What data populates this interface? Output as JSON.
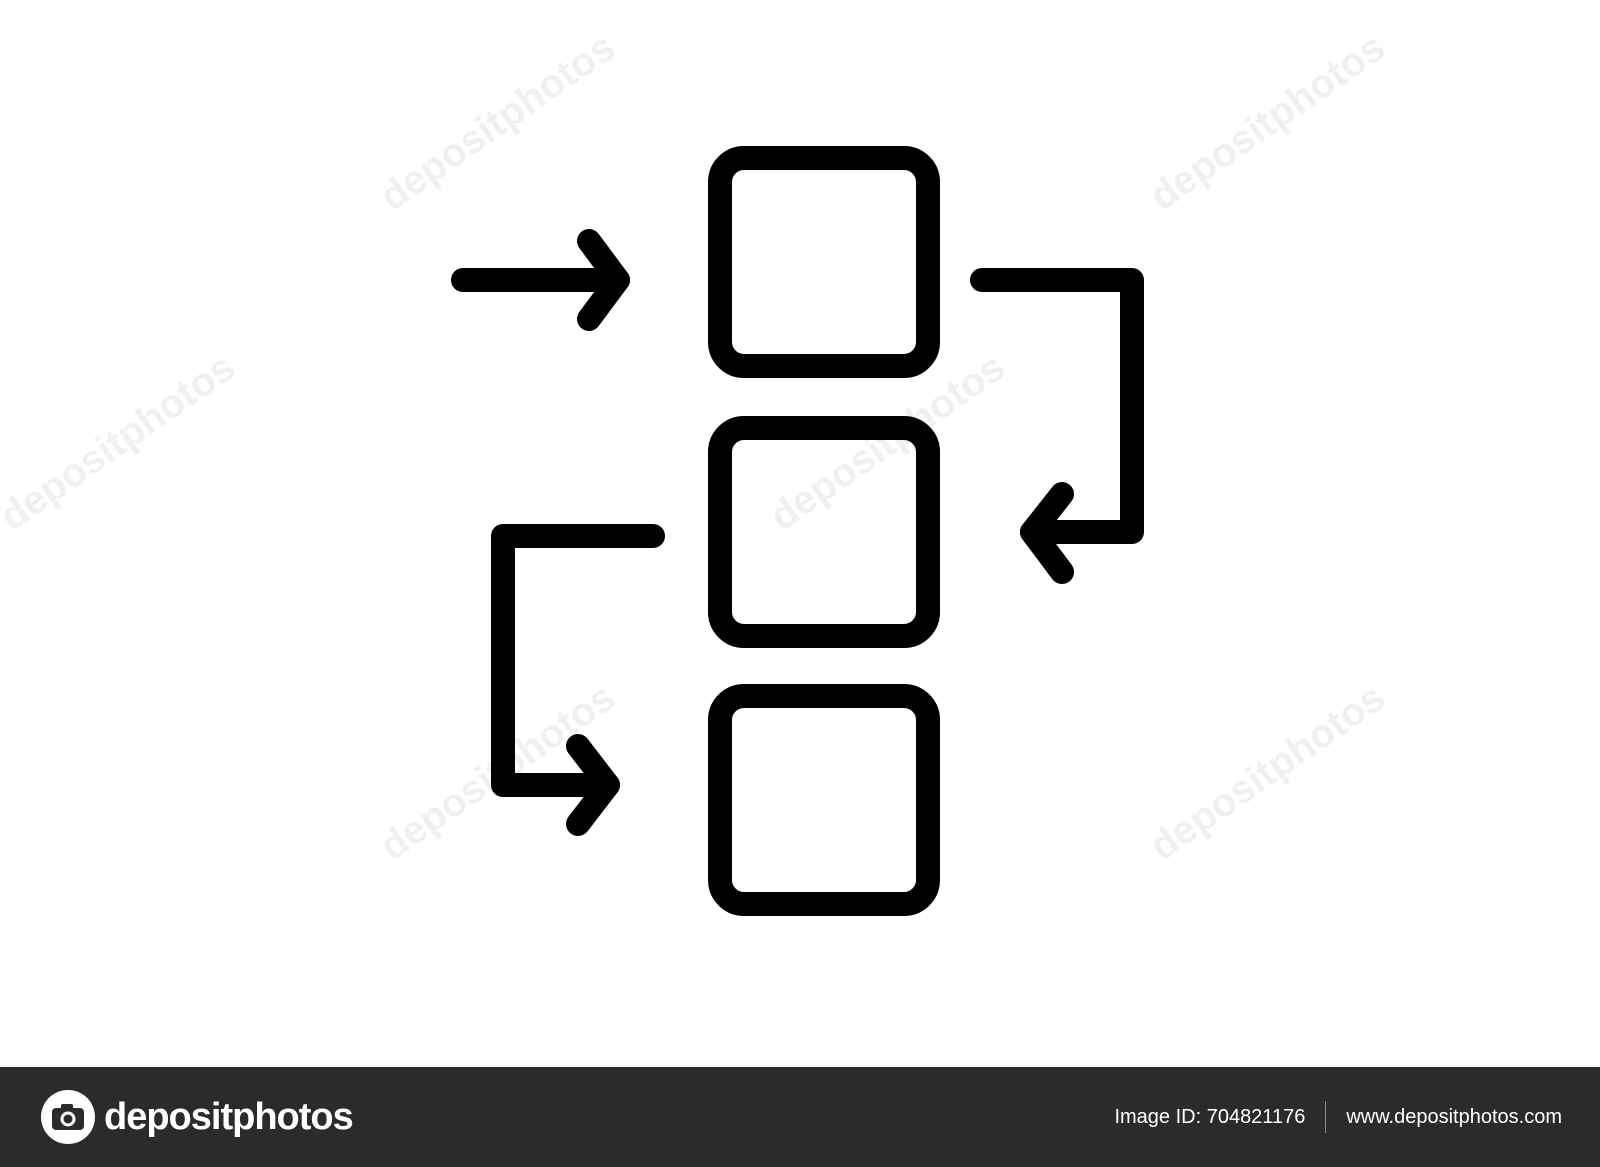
{
  "diagram": {
    "icon": "workflow-steps-icon",
    "stroke_color": "#000000",
    "background_color": "#ffffff",
    "boxes": [
      "step-box-1",
      "step-box-2",
      "step-box-3"
    ],
    "arrows": [
      "input-arrow",
      "arrow-box1-to-box2",
      "arrow-box2-to-box3"
    ]
  },
  "watermark": {
    "text": "depositphotos"
  },
  "footer": {
    "background_color": "#2b2b2b",
    "logo_icon": "camera-icon",
    "brand": "depositphotos",
    "image_id": "Image ID: 704821176",
    "url": "www.depositphotos.com"
  }
}
